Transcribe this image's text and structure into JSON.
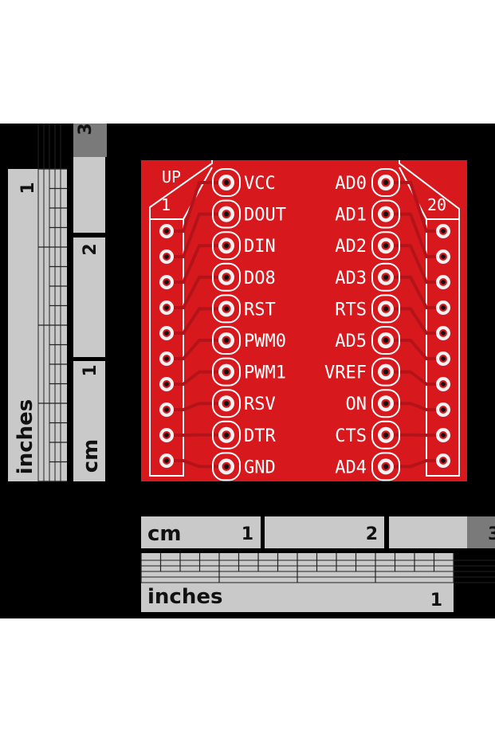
{
  "rulers": {
    "vertical_inches_label": "inches",
    "vertical_inches_mark": "1",
    "vertical_cm_label": "cm",
    "vertical_cm_marks": [
      "1",
      "2",
      "3"
    ],
    "horizontal_cm_label": "cm",
    "horizontal_cm_marks": [
      "1",
      "2",
      "3"
    ],
    "horizontal_inches_label": "inches",
    "horizontal_inches_mark": "1"
  },
  "board": {
    "orientation_label": "UP",
    "first_pin_number": "1",
    "last_pin_number": "20",
    "left_labels": [
      "VCC",
      "DOUT",
      "DIN",
      "DO8",
      "RST",
      "PWM0",
      "PWM1",
      "RSV",
      "DTR",
      "GND"
    ],
    "right_labels": [
      "AD0",
      "AD1",
      "AD2",
      "AD3",
      "RTS",
      "AD5",
      "VREF",
      "ON",
      "CTS",
      "AD4"
    ],
    "colors": {
      "pcb": "#d7191e",
      "silkscreen": "#ffffff",
      "background": "#000000",
      "ruler": "#c9c9c9"
    }
  }
}
